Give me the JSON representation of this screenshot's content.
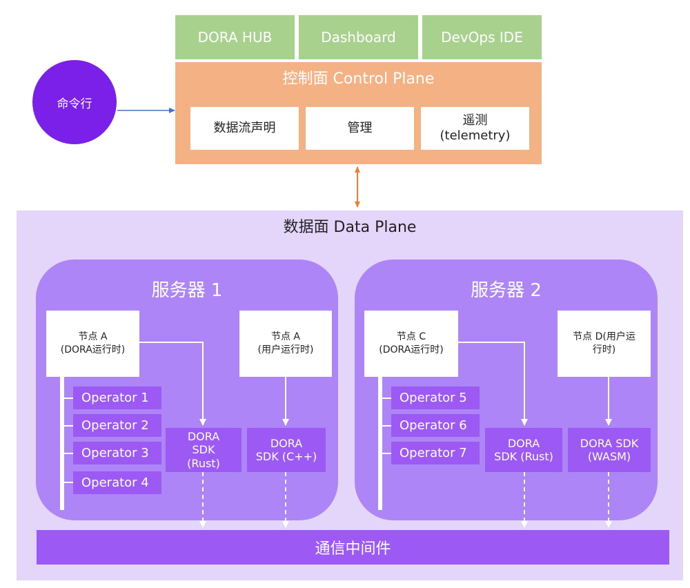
{
  "cli": {
    "label": "命令行"
  },
  "tabs": [
    "DORA HUB",
    "Dashboard",
    "DevOps IDE"
  ],
  "control_plane": {
    "title": "控制面 Control Plane",
    "boxes": [
      "数据流声明",
      "管理",
      "遥测\n(telemetry)"
    ]
  },
  "data_plane": {
    "title": "数据面 Data Plane",
    "servers": [
      {
        "title": "服务器 1",
        "node_runtime": "节点 A\n(DORA运行时)",
        "node_user": "节点 A\n(用户运行时)",
        "operators": [
          "Operator 1",
          "Operator 2",
          "Operator 3",
          "Operator 4"
        ],
        "sdks": [
          "DORA\nSDK\n(Rust)",
          "DORA\nSDK (C++)"
        ]
      },
      {
        "title": "服务器 2",
        "node_runtime": "节点 C\n(DORA运行时)",
        "node_user": "节点  D(用户运\n行时)",
        "operators": [
          "Operator 5",
          "Operator 6",
          "Operator 7"
        ],
        "sdks": [
          "DORA\nSDK (Rust)",
          "DORA SDK\n(WASM)"
        ]
      }
    ],
    "middleware": "通信中间件"
  },
  "colors": {
    "tab_green": "#a9d18e",
    "control_orange": "#f4b183",
    "data_plane_bg": "#e4d6fb",
    "server_bg": "#ad85f7",
    "purple_box": "#9c59f3",
    "cli_circle": "#7a20e8",
    "cli_arrow": "#4472c4",
    "bidir_arrow": "#ed7d31"
  }
}
